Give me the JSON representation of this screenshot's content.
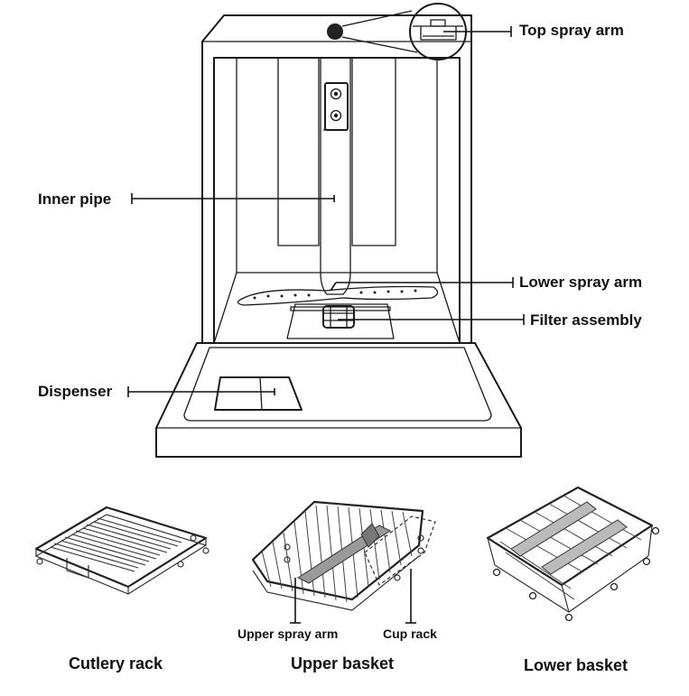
{
  "labels": {
    "top_spray_arm": "Top spray arm",
    "inner_pipe": "Inner pipe",
    "lower_spray_arm": "Lower spray arm",
    "filter_assembly": "Filter assembly",
    "dispenser": "Dispenser",
    "upper_spray_arm": "Upper spray arm",
    "cup_rack": "Cup rack"
  },
  "captions": {
    "cutlery_rack": "Cutlery rack",
    "upper_basket": "Upper basket",
    "lower_basket": "Lower basket"
  }
}
